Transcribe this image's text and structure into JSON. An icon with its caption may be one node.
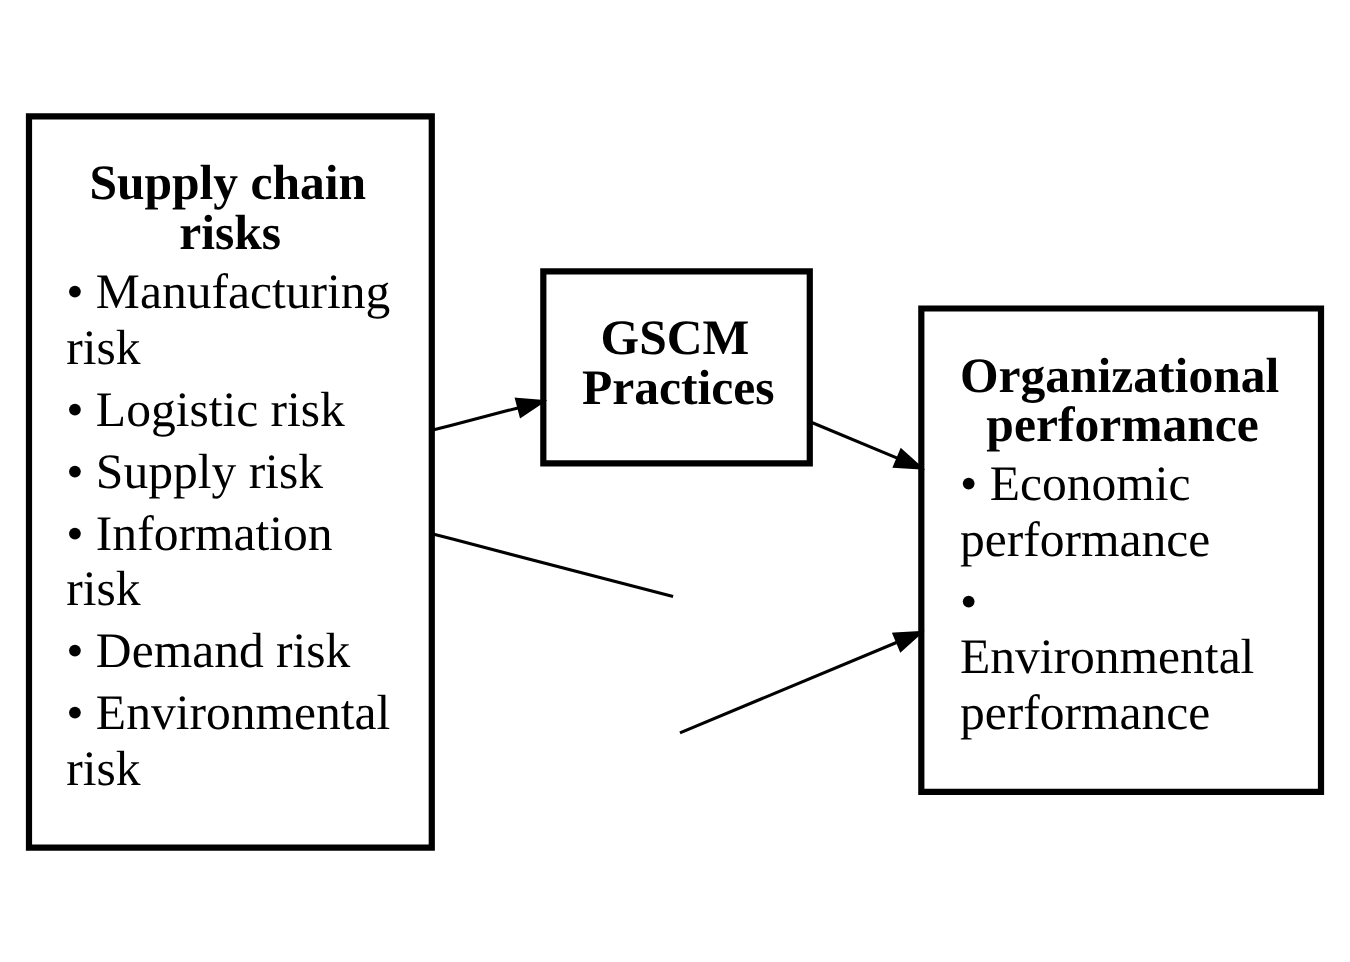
{
  "diagram": {
    "nodes": [
      {
        "text": [
          "Supply chain risks",
          "• Manufacturing risk",
          "• Logistic risk",
          "• Supply risk",
          "• Information risk",
          "• Demand risk",
          "• Environmental risk"
        ]
      },
      {
        "text": [
          "GSCM Practices"
        ]
      },
      {
        "text": [
          "Organizational performance",
          "• Economic performance",
          "• Environmental performance"
        ]
      }
    ],
    "edges": [
      {
        "from": 0,
        "to": 1,
        "arrow": "to"
      },
      {
        "from": 1,
        "to": 2,
        "arrow": "to"
      },
      {
        "from": 0,
        "to": null,
        "arrow": "none"
      },
      {
        "from": null,
        "to": 2,
        "arrow": "to"
      }
    ]
  }
}
